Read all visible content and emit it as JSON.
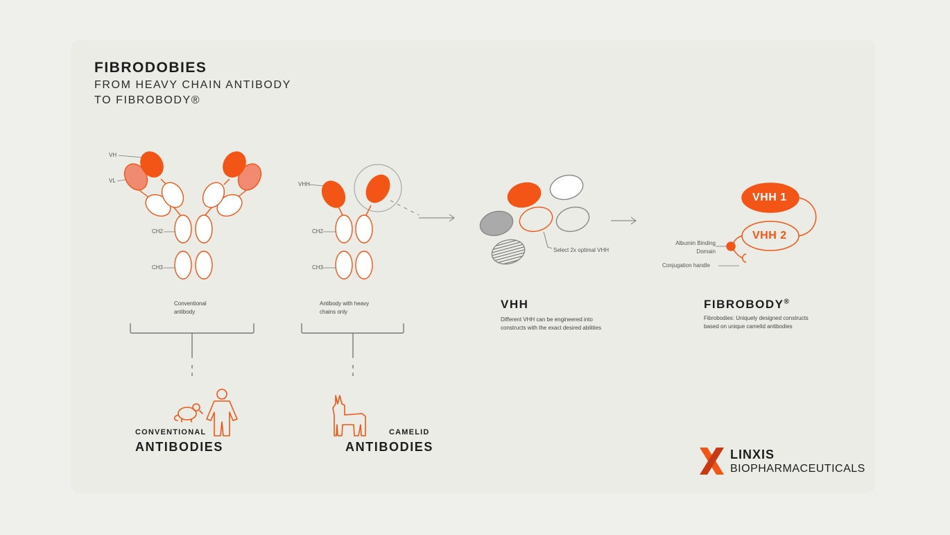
{
  "header": {
    "title": "FIBRODOBIES",
    "subtitle_line1": "FROM HEAVY CHAIN ANTIBODY",
    "subtitle_line2": "TO FIBROBODY®"
  },
  "conventional_antibody": {
    "label_vh": "VH",
    "label_vl": "VL",
    "label_ch2": "CH2",
    "label_ch3": "CH3",
    "caption_line1": "Conventional",
    "caption_line2": "antibody"
  },
  "heavy_chain_antibody": {
    "label_vhh": "VHH",
    "label_ch2": "CH2",
    "label_ch3": "CH3",
    "caption_line1": "Antibody with heavy",
    "caption_line2": "chains only"
  },
  "vhh_panel": {
    "select_label": "Select 2x optimal VHH",
    "heading": "VHH",
    "desc_line1": "Different VHH can be engineered into",
    "desc_line2": "constructs with the exact desired abilities"
  },
  "fibrobody_panel": {
    "vhh1_label": "VHH 1",
    "vhh2_label": "VHH 2",
    "albumin_line1": "Albumin Binding",
    "albumin_line2": "Domain",
    "conjugation_label": "Conjugation handle",
    "heading": "FIBROBODY",
    "heading_mark": "®",
    "desc_line1": "Fibrobodies: Uniquely designed constructs",
    "desc_line2": "based on unique camelid antibodies"
  },
  "groups": {
    "conventional_small": "CONVENTIONAL",
    "conventional_large": "ANTIBODIES",
    "camelid_small": "CAMELID",
    "camelid_large": "ANTIBODIES"
  },
  "logo": {
    "name": "LINXIS",
    "sub": "BIOPHARMACEUTICALS"
  },
  "colors": {
    "accent": "#f25515",
    "accent_light": "#f08a70",
    "line": "#777777",
    "background": "#ecece6"
  }
}
